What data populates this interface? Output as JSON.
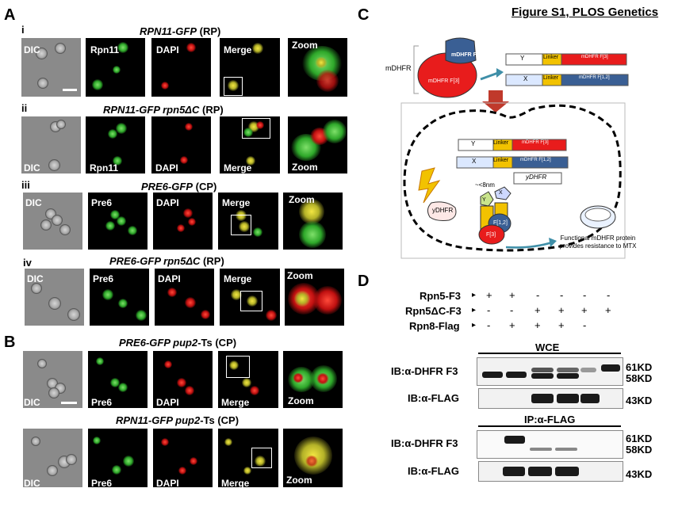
{
  "header": {
    "figure_title": "Figure S1, PLOS Genetics"
  },
  "panel_letters": {
    "a": "A",
    "b": "B",
    "c": "C",
    "d": "D"
  },
  "panel_a": {
    "rows": [
      {
        "roman": "i",
        "title_gene": "RPN11-GFP",
        "title_rest": " (RP)",
        "labels": [
          "DIC",
          "Rpn11",
          "DAPI",
          "Merge",
          "Zoom"
        ]
      },
      {
        "roman": "ii",
        "title_gene": "RPN11-GFP  rpn5ΔC",
        "title_rest": " (RP)",
        "labels": [
          "DIC",
          "Rpn11",
          "DAPI",
          "Merge",
          "Zoom"
        ]
      },
      {
        "roman": "iii",
        "title_gene": "PRE6-GFP",
        "title_rest": " (CP)",
        "labels": [
          "DIC",
          "Pre6",
          "DAPI",
          "Merge",
          "Zoom"
        ]
      },
      {
        "roman": "iv",
        "title_gene": "PRE6-GFP rpn5ΔC",
        "title_rest": " (RP)",
        "labels": [
          "DIC",
          "Pre6",
          "DAPI",
          "Merge",
          "Zoom"
        ]
      }
    ]
  },
  "panel_b": {
    "rows": [
      {
        "title_gene": "PRE6-GFP pup2",
        "title_rest": "-Ts (CP)",
        "labels": [
          "DIC",
          "Pre6",
          "DAPI",
          "Merge",
          "Zoom"
        ]
      },
      {
        "title_gene": "RPN11-GFP pup2",
        "title_rest": "-Ts (CP)",
        "labels": [
          "DIC",
          "Pre6",
          "DAPI",
          "Merge",
          "Zoom"
        ]
      }
    ]
  },
  "panel_c": {
    "mdhfr_label": "mDHFR",
    "f12_label": "mDHFR F[1,2]",
    "f3_label": "mDHFR F[3]",
    "construct_y": {
      "tag": "Y",
      "linker": "Linker",
      "frag": "mDHFR F[3]"
    },
    "construct_x": {
      "tag": "X",
      "linker": "Linker",
      "frag": "mDHFR F[1,2]"
    },
    "ydhfr_box": "yDHFR",
    "ydhfr_blob": "yDHFR",
    "distance": "~<8nm",
    "y_circle": "Y",
    "x_circle": "X",
    "f12_small": "F[1,2]",
    "f3_small": "F[3]",
    "caption": "Functional mDHFR protein provides resistance to MTX"
  },
  "panel_d": {
    "legend": [
      {
        "name": "Rpn5-F3",
        "arrow": "▸",
        "marks": [
          "+",
          "+",
          "-",
          "-",
          "-",
          "-"
        ]
      },
      {
        "name": "Rpn5ΔC-F3",
        "arrow": "▸",
        "marks": [
          "-",
          "-",
          "+",
          "+",
          "+",
          "+"
        ]
      },
      {
        "name": "Rpn8-Flag",
        "arrow": "▸",
        "marks": [
          "-",
          "+",
          "+",
          "+",
          "-",
          ""
        ]
      }
    ],
    "wce_label": "WCE",
    "ip_label": "IP:α-FLAG",
    "blots": [
      {
        "label": "IB:α-DHFR F3",
        "sizes": [
          "61KD",
          "58KD"
        ]
      },
      {
        "label": "IB:α-FLAG",
        "sizes": [
          "43KD"
        ]
      },
      {
        "label": "IB:α-DHFR F3",
        "sizes": [
          "61KD",
          "58KD"
        ]
      },
      {
        "label": "IB:α-FLAG",
        "sizes": [
          "43KD"
        ]
      }
    ]
  },
  "colors": {
    "gfp": "#2ea82a",
    "dapi": "#c01010",
    "merge": "#d4c832",
    "f12_blue": "#3a5f94",
    "f3_red": "#e81c1c",
    "linker_yellow": "#f2c200",
    "arrow_red": "#c0392b",
    "arrow_teal": "#3f8fa8"
  }
}
